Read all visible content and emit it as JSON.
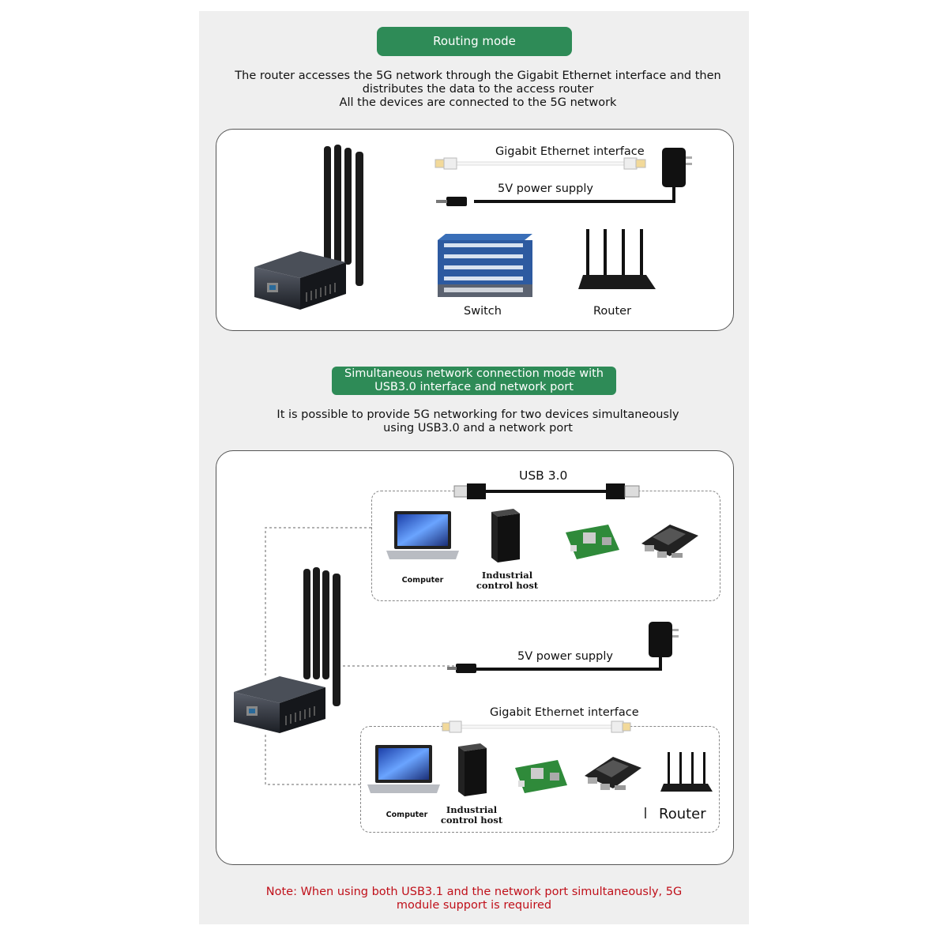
{
  "section1": {
    "title": "Routing mode",
    "description": [
      "The router accesses the 5G network through the Gigabit Ethernet interface and then",
      "distributes the data to the access router",
      "All the devices are connected to the 5G network"
    ],
    "gigabit_label": "Gigabit Ethernet interface",
    "power_label": "5V power supply",
    "switch_label": "Switch",
    "router_label": "Router"
  },
  "section2": {
    "title_lines": [
      "Simultaneous network connection mode with",
      "USB3.0 interface and network port"
    ],
    "description": [
      "It is possible to provide 5G networking for two devices simultaneously",
      "using USB3.0 and a network port"
    ],
    "usb_label": "USB 3.0",
    "power_label": "5V power supply",
    "gigabit_label": "Gigabit Ethernet interface",
    "computer_label": "Computer",
    "ich_line1": "Industrial",
    "ich_line2": "control host",
    "router_label": "Router"
  },
  "note": [
    "Note: When using both USB3.1 and the network port simultaneously, 5G",
    "module support is required"
  ],
  "colors": {
    "accent_green": "#2e8b57",
    "note_red": "#c0101a"
  }
}
